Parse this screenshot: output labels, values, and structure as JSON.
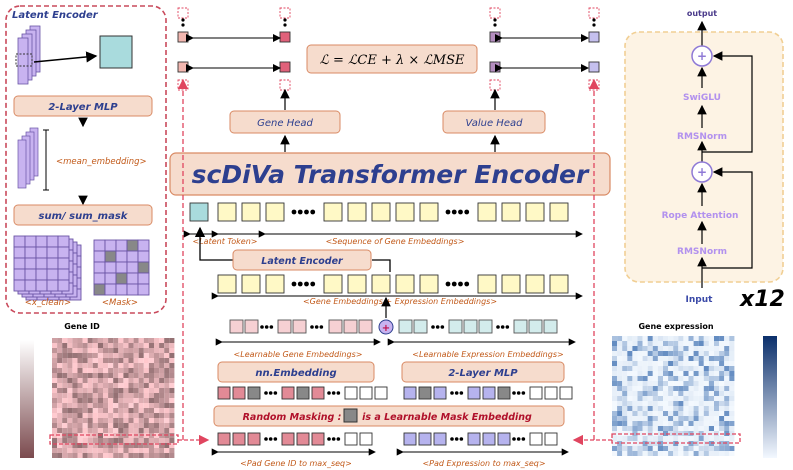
{
  "latent_panel": {
    "title": "Latent Encoder",
    "mlp_label": "2-Layer MLP",
    "mean_label": "<mean_embedding>",
    "sum_label": "sum/ sum_mask",
    "x_clean_label": "<x_clean>",
    "mask_label": "<Mask>"
  },
  "heatmaps": {
    "gene_id_title": "Gene ID",
    "gene_expr_title": "Gene expression"
  },
  "center": {
    "loss_formula": "ℒ = ℒCE + λ × ℒMSE",
    "gene_head": "Gene Head",
    "value_head": "Value Head",
    "encoder_title": "scDiVa Transformer Encoder",
    "latent_token_label": "<Latent Token>",
    "sequence_label": "<Sequence of Gene Embeddings>",
    "latent_encoder_btn": "Latent Encoder",
    "gene_expr_emb_label": "<Gene Embeddings + Expression Embeddings>",
    "learnable_gene_label": "<Learnable Gene Embeddings>",
    "learnable_expr_label": "<Learnable Expression Embeddings>",
    "nn_embedding": "nn.Embedding",
    "mlp_right": "2-Layer MLP",
    "random_masking": "Random Masking :",
    "learnable_mask_text": "is a Learnable Mask Embedding",
    "pad_gene_label": "<Pad Gene ID to max_seq>",
    "pad_expr_label": "<Pad Expression to max_seq>"
  },
  "right_panel": {
    "output": "output",
    "swiglu": "SwiGLU",
    "rmsnorm_top": "RMSNorm",
    "rope": "Rope Attention",
    "rmsnorm_bottom": "RMSNorm",
    "input": "Input",
    "repeat": "x12"
  },
  "colors": {
    "accent_red": "#d9405a",
    "panel_fill": "#f6dccd",
    "panel_stroke": "#d98a64",
    "yellow": "#fff9c6",
    "teal": "#a9dbdd",
    "purple": "#c8b3f0",
    "text_blue": "#2d3f8f",
    "text_red": "#b0102a",
    "text_orange": "#c25a1a"
  }
}
